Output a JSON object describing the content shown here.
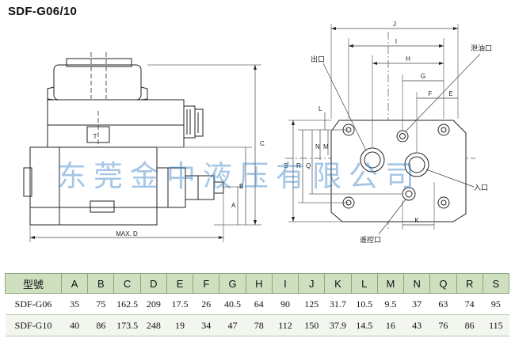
{
  "title": "SDF-G06/10",
  "labels": {
    "dims": [
      "J",
      "I",
      "H",
      "G",
      "F",
      "E",
      "L",
      "N",
      "M",
      "Q",
      "R",
      "S",
      "K",
      "C",
      "B",
      "A",
      "MAX. D"
    ],
    "t_mark": "T",
    "outlet": "出口",
    "drain": "泄油口",
    "inlet": "入口",
    "pilot": "遥控口"
  },
  "watermark": "东莞金中液压有限公司",
  "table": {
    "headers": [
      "型號",
      "A",
      "B",
      "C",
      "D",
      "E",
      "F",
      "G",
      "H",
      "I",
      "J",
      "K",
      "L",
      "M",
      "N",
      "Q",
      "R",
      "S"
    ],
    "rows": [
      [
        "SDF-G06",
        "35",
        "75",
        "162.5",
        "209",
        "17.5",
        "26",
        "40.5",
        "64",
        "90",
        "125",
        "31.7",
        "10.5",
        "9.5",
        "37",
        "63",
        "74",
        "95"
      ],
      [
        "SDF-G10",
        "40",
        "86",
        "173.5",
        "248",
        "19",
        "34",
        "47",
        "78",
        "112",
        "150",
        "37.9",
        "14.5",
        "16",
        "43",
        "76",
        "86",
        "115"
      ]
    ]
  }
}
